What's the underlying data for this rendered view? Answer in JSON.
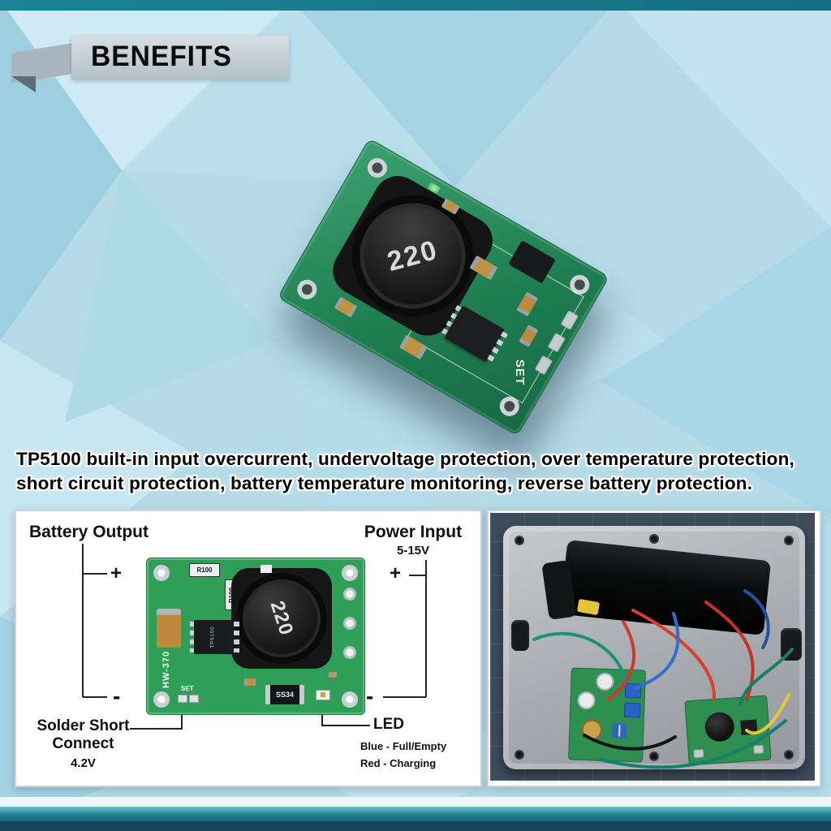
{
  "header": {
    "title": "BENEFITS"
  },
  "description": {
    "line1": "TP5100 built-in input overcurrent, undervoltage protection, over temperature protection,",
    "line2": "short circuit protection, battery temperature monitoring, reverse battery protection."
  },
  "product_photo": {
    "inductor_label": "220",
    "set_label": "SET"
  },
  "diagram": {
    "battery_output": "Battery Output",
    "power_input": "Power Input",
    "power_input_voltage": "5-15V",
    "plus": "+",
    "minus": "-",
    "solder_short_line1": "Solder Short",
    "solder_short_line2": "Connect",
    "solder_short_voltage": "4.2V",
    "led": "LED",
    "led_blue": "Blue - Full/Empty",
    "led_red": "Red - Charging",
    "board": {
      "inductor": "220",
      "model": "HW-370",
      "set": "SET",
      "r100": "R100",
      "diode": "SS34",
      "chip": "TP5100"
    }
  },
  "colors": {
    "accent_teal": "#1d8296",
    "bg_blue": "#b5dbe9",
    "pcb_green": "#2f9e57",
    "banner_gray": "#c2ccd3",
    "bottom_navy": "#16425c"
  }
}
